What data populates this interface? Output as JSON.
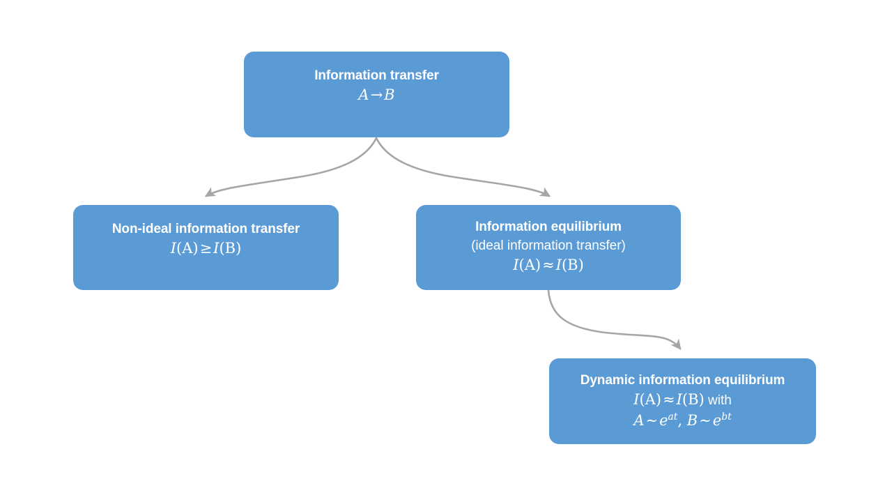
{
  "diagram": {
    "title": "Information transfer framework hierarchy",
    "background_color": "#FFFFFF",
    "node_fill_color": "#5B9BD5",
    "node_text_color": "#FFFFFF",
    "connector_color": "#A6A6A6"
  },
  "nodes": {
    "information_transfer": {
      "title": "Information transfer",
      "math": {
        "lhs": "A",
        "operator": "→",
        "rhs": "B",
        "plain": "A → B"
      }
    },
    "non_ideal_transfer": {
      "title": "Non-ideal information transfer",
      "math": {
        "lhs_func": "I",
        "lhs_arg": "(A)",
        "operator": "≥",
        "rhs_func": "I",
        "rhs_arg": "(B)",
        "plain": "I(A) ≥ I(B)"
      }
    },
    "information_equilibrium": {
      "title": "Information equilibrium",
      "subtitle": "(ideal information transfer)",
      "math": {
        "lhs_func": "I",
        "lhs_arg": "(A)",
        "operator": "≈",
        "rhs_func": "I",
        "rhs_arg": "(B)",
        "plain": "I(A) ≈ I(B)"
      }
    },
    "dynamic_information_equilibrium": {
      "title": "Dynamic information equilibrium",
      "math_line1": {
        "lhs_func": "I",
        "lhs_arg": "(A)",
        "operator": "≈",
        "rhs_func": "I",
        "rhs_arg": "(B)",
        "suffix_word": "with",
        "plain": "I(A) ≈ I(B) with"
      },
      "math_line2": {
        "a_var": "A",
        "a_operator": "∼",
        "a_base": "e",
        "a_exponent": "at",
        "separator": ", ",
        "b_var": "B",
        "b_operator": "∼",
        "b_base": "e",
        "b_exponent": "bt",
        "plain": "A ∼ e^{at}, B ∼ e^{bt}"
      }
    }
  },
  "connectors": [
    {
      "name": "information-transfer-to-non-ideal",
      "from": "information_transfer",
      "to": "non_ideal_transfer",
      "style": "curved-arrow"
    },
    {
      "name": "information-transfer-to-information-equilibrium",
      "from": "information_transfer",
      "to": "information_equilibrium",
      "style": "curved-arrow"
    },
    {
      "name": "information-equilibrium-to-dynamic-equilibrium",
      "from": "information_equilibrium",
      "to": "dynamic_information_equilibrium",
      "style": "curved-arrow"
    }
  ]
}
